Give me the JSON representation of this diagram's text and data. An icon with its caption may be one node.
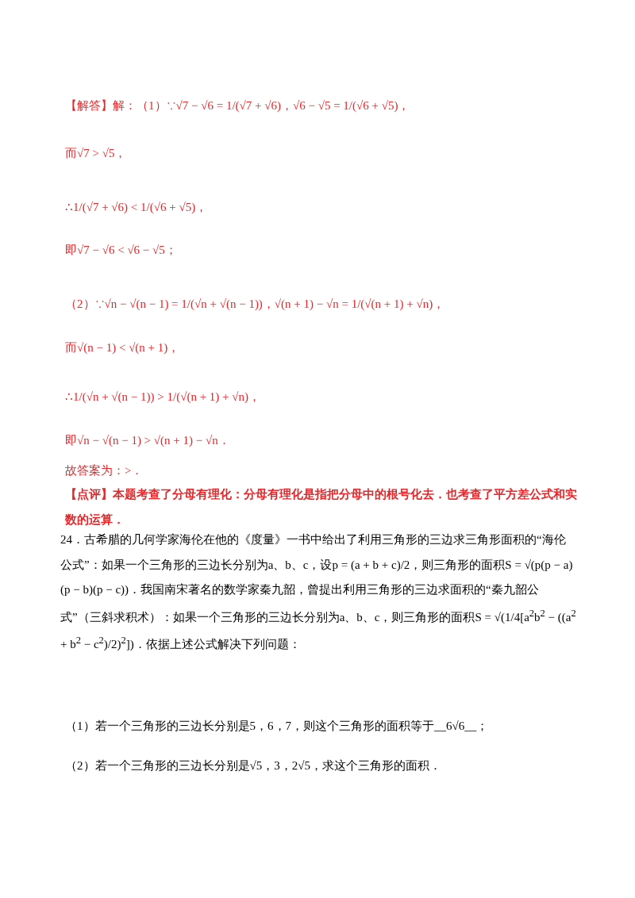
{
  "diagram": {
    "labels": [
      "【解答】解：（1）∵√7 − √6 = 1/(√7 + √6)，√6 − √5 = 1/(√6 + √5)，",
      "而√7 > √5，",
      "∴1/(√7 + √6) < 1/(√6 + √5)，",
      "即√7 − √6 < √6 − √5；",
      "（2）∵√n − √(n − 1) = 1/(√n + √(n − 1))，√(n + 1) − √n = 1/(√(n + 1) + √n)，",
      "而√(n − 1) < √(n + 1)，",
      "∴1/(√n + √(n − 1)) > 1/(√(n + 1) + √n)，",
      "即√n − √(n − 1) > √(n + 1) − √n．",
      "故答案为：>．",
      "【点评】本题考查了分母有理化：分母有理化是指把分母中的根号化去．也考查了平方差公式和实数的运算．",
      "24．古希腊的几何学家海伦在他的《度量》一书中给出了利用三角形的三边求三角形面积的“海伦公式”：如果一个三角形的三边长分别为a、b、c，设p = (a + b + c)/2，则三角形的面积S = √(p(p − a)(p − b)(p − c))．我国南宋著名的数学家秦九韶，曾提出利用三角形的三边求面积的“秦九韶公式”（三斜求积术）：如果一个三角形的三边长分别为a、b、c，则三角形的面积S = √(1/4[a$^{2}$b$^{2}$ − ((a$^{2}$ + b$^{2}$ − c$^{2}$)/2)$^{2}$])．依据上述公式解决下列问题：",
      "（1）若一个三角形的三边长分别是5，6，7，则这个三角形的面积等于__6√6__；",
      "（2）若一个三角形的三边长分别是√5，3，2√5，求这个三角形的面积．"
    ]
  }
}
